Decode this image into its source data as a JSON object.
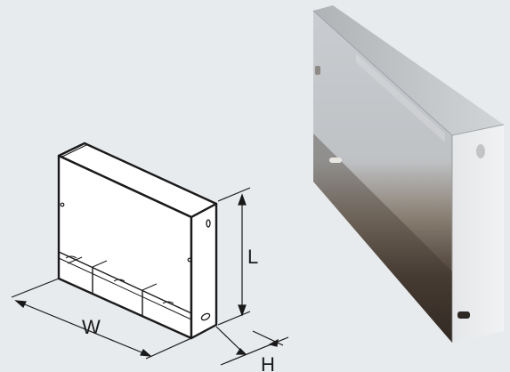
{
  "diagram": {
    "dimension_labels": {
      "width": "W",
      "height": "H",
      "length": "L"
    }
  },
  "colors": {
    "background": "#e8ebee",
    "line": "#1a1a1a",
    "metal_light": "#d9dcdf",
    "metal_dark": "#4a4037"
  }
}
